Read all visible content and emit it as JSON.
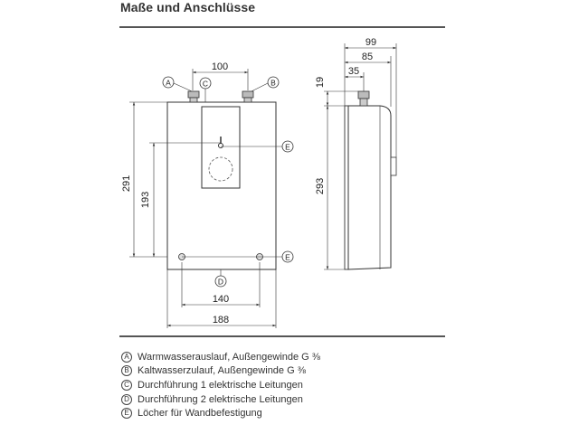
{
  "title": "Maße und Anschlüsse",
  "front_view": {
    "dim_top": "100",
    "dim_left_outer": "291",
    "dim_left_inner": "193",
    "dim_bottom_inner": "140",
    "dim_bottom_outer": "188"
  },
  "side_view": {
    "dim_top_outer": "99",
    "dim_top_mid": "85",
    "dim_top_inner": "35",
    "dim_left_small": "19",
    "dim_left_large": "293"
  },
  "callouts": {
    "a": "A",
    "b": "B",
    "c": "C",
    "d": "D",
    "e": "E"
  },
  "legend": [
    {
      "letter": "A",
      "text": "Warmwasserauslauf, Außengewinde G ⅜"
    },
    {
      "letter": "B",
      "text": "Kaltwasserzulauf, Außengewinde G ⅜"
    },
    {
      "letter": "C",
      "text": "Durchführung 1 elektrische Leitungen"
    },
    {
      "letter": "D",
      "text": "Durchführung 2 elektrische Leitungen"
    },
    {
      "letter": "E",
      "text": "Löcher für Wandbefestigung"
    }
  ]
}
